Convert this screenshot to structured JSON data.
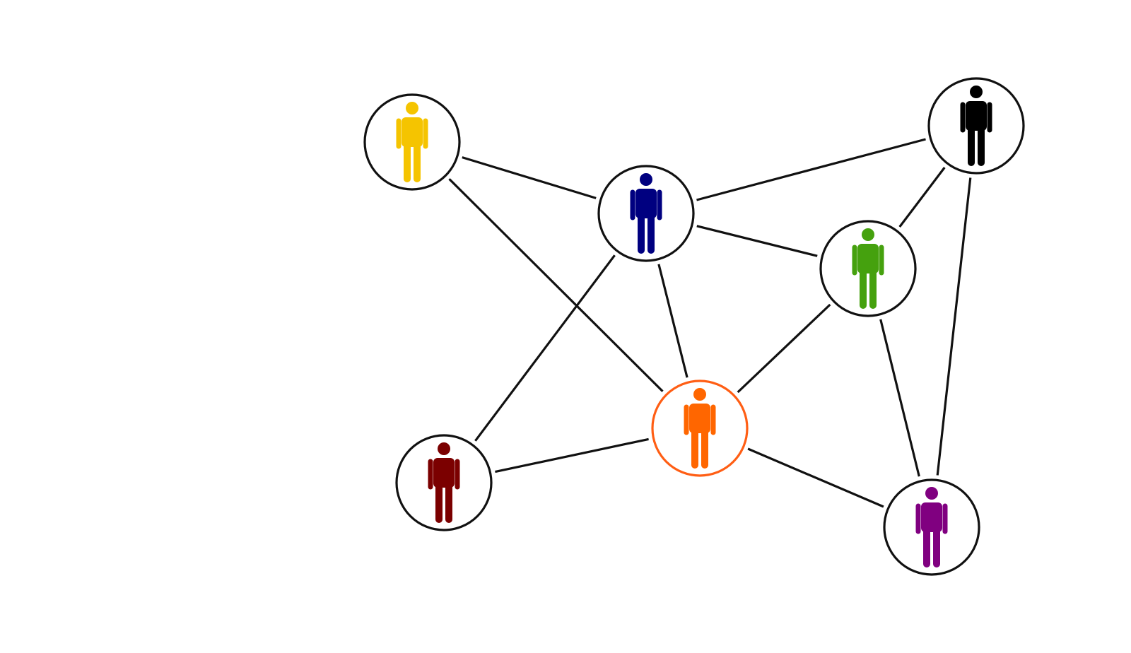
{
  "diagram": {
    "type": "social-network",
    "nodes": [
      {
        "id": "yellow",
        "name": "person-yellow",
        "figure_color": "#F5C400",
        "ring_color": "#111111"
      },
      {
        "id": "blue",
        "name": "person-blue",
        "figure_color": "#000080",
        "ring_color": "#111111"
      },
      {
        "id": "black",
        "name": "person-black",
        "figure_color": "#000000",
        "ring_color": "#111111"
      },
      {
        "id": "green",
        "name": "person-green",
        "figure_color": "#45A10E",
        "ring_color": "#111111"
      },
      {
        "id": "orange",
        "name": "person-orange",
        "figure_color": "#FF6600",
        "ring_color": "#FF5E14"
      },
      {
        "id": "red",
        "name": "person-darkred",
        "figure_color": "#7B0000",
        "ring_color": "#111111"
      },
      {
        "id": "purple",
        "name": "person-purple",
        "figure_color": "#800080",
        "ring_color": "#111111"
      }
    ],
    "edges": [
      [
        "yellow",
        "blue"
      ],
      [
        "yellow",
        "orange"
      ],
      [
        "blue",
        "black"
      ],
      [
        "blue",
        "green"
      ],
      [
        "blue",
        "orange"
      ],
      [
        "blue",
        "red"
      ],
      [
        "black",
        "green"
      ],
      [
        "black",
        "purple"
      ],
      [
        "green",
        "orange"
      ],
      [
        "green",
        "purple"
      ],
      [
        "orange",
        "red"
      ],
      [
        "orange",
        "purple"
      ]
    ],
    "edge_color": "#111111",
    "background": "#FFFFFF"
  }
}
